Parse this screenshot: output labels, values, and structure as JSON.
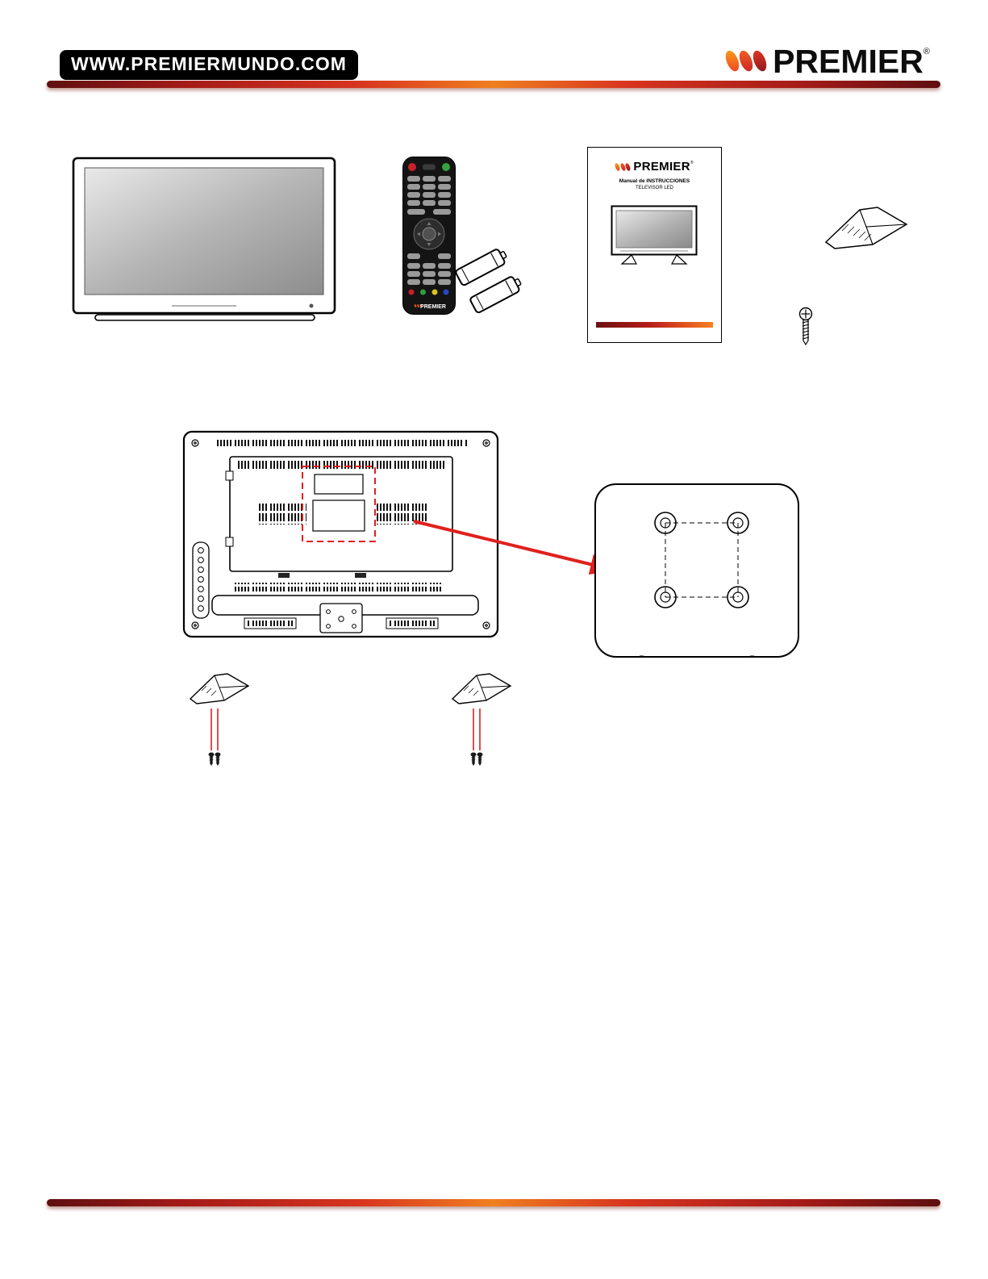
{
  "header": {
    "website": "WWW.PREMIERMUNDO.COM",
    "brand": "PREMIER",
    "registered": "®"
  },
  "manual_cover": {
    "brand": "PREMIER",
    "registered": "®",
    "title_line1": "Manual de INSTRUCCIONES",
    "title_line2": "TELEVISOR LED"
  },
  "remote": {
    "brand": "PREMIER"
  },
  "colors": {
    "accent_red": "#cc2127",
    "accent_orange": "#f58220",
    "highlight_red": "#e0201e",
    "gradient_bar_dark": "#5f0f10"
  }
}
